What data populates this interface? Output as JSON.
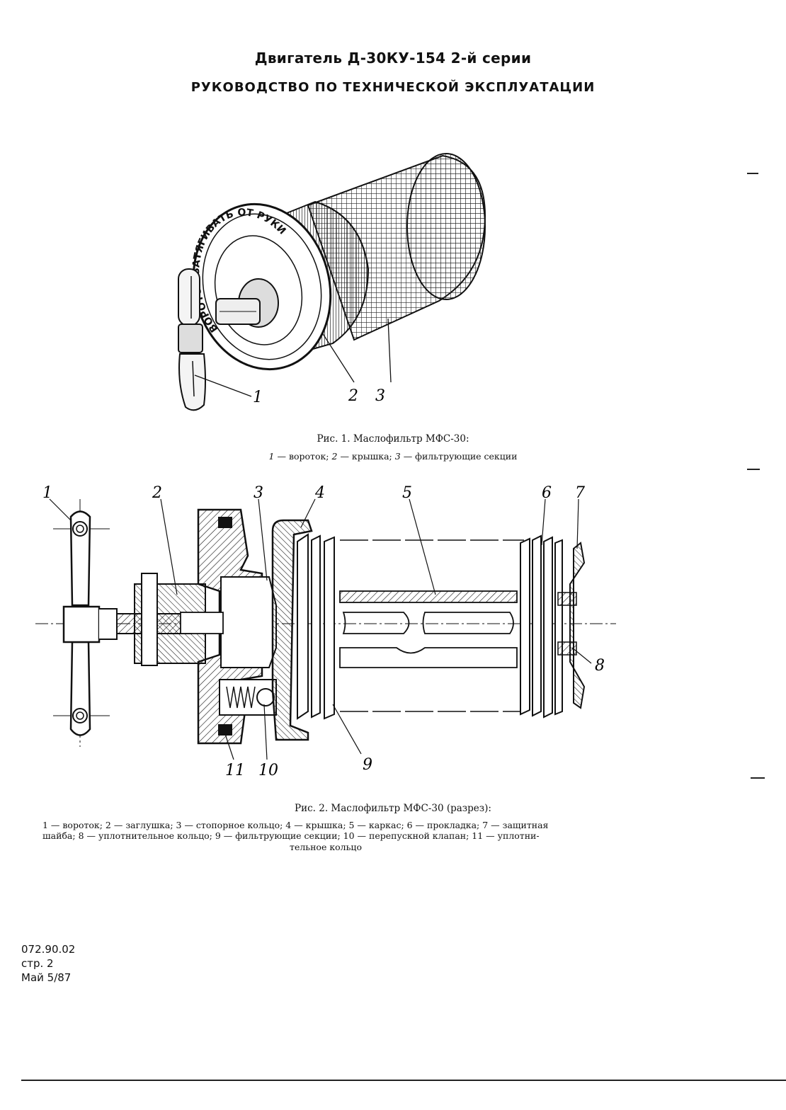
{
  "header": {
    "title": "Двигатель Д-30КУ-154 2-й серии",
    "subtitle": "РУКОВОДСТВО ПО ТЕХНИЧЕСКОЙ ЭКСПЛУАТАЦИИ"
  },
  "figure1": {
    "cover_text": "ВОРОТОК ЗАТЯГИВАТЬ ОТ РУКИ",
    "callouts": [
      "1",
      "2",
      "3"
    ],
    "caption": "Рис. 1. Маслофильтр МФС-30:",
    "legend": [
      {
        "n": "1",
        "text": "— вороток;"
      },
      {
        "n": "2",
        "text": "— крышка;"
      },
      {
        "n": "3",
        "text": "— фильтрующие секции"
      }
    ]
  },
  "figure2": {
    "callouts": [
      "1",
      "2",
      "3",
      "4",
      "5",
      "6",
      "7",
      "8",
      "9",
      "10",
      "11"
    ],
    "caption": "Рис. 2. Маслофильтр МФС-30 (разрез):",
    "legend_line1": "1 — вороток; 2 — заглушка; 3 — стопорное кольцо; 4 — крышка; 5 — каркас; 6 — прокладка; 7 — защитная",
    "legend_line2": "шайба; 8 — уплотнительное кольцо; 9 — фильтрующие секции; 10 — перепускной клапан; 11 — уплотни-",
    "legend_line3": "тельное кольцо"
  },
  "footer": {
    "doc_number": "072.90.02",
    "page": "стр. 2",
    "date": "Май 5/87"
  }
}
